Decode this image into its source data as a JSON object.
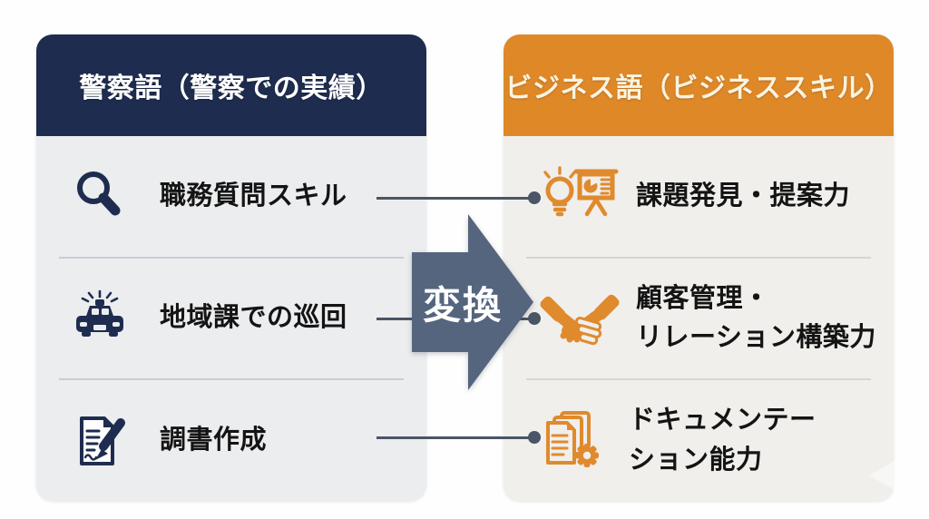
{
  "diagram": {
    "left_panel": {
      "title": "警察語（警察での実績）",
      "header_color": "#1E2C4F",
      "body_color": "#ECEDEF",
      "items": [
        {
          "icon": "magnifier-icon",
          "label": "職務質問スキル"
        },
        {
          "icon": "police-car-icon",
          "label": "地域課での巡回"
        },
        {
          "icon": "document-pen-icon",
          "label": "調書作成"
        }
      ]
    },
    "right_panel": {
      "title": "ビジネス語（ビジネススキル）",
      "header_color": "#DE8828",
      "body_color": "#F0EFEC",
      "items": [
        {
          "icon": "idea-presentation-icon",
          "label": "課題発見・提案力"
        },
        {
          "icon": "handshake-icon",
          "label": "顧客管理・\nリレーション構築力"
        },
        {
          "icon": "documents-gear-icon",
          "label": "ドキュメンテー\nション能力"
        }
      ]
    },
    "arrow": {
      "label": "変換",
      "color": "#55657E"
    },
    "connector_color": "#4A5566"
  }
}
